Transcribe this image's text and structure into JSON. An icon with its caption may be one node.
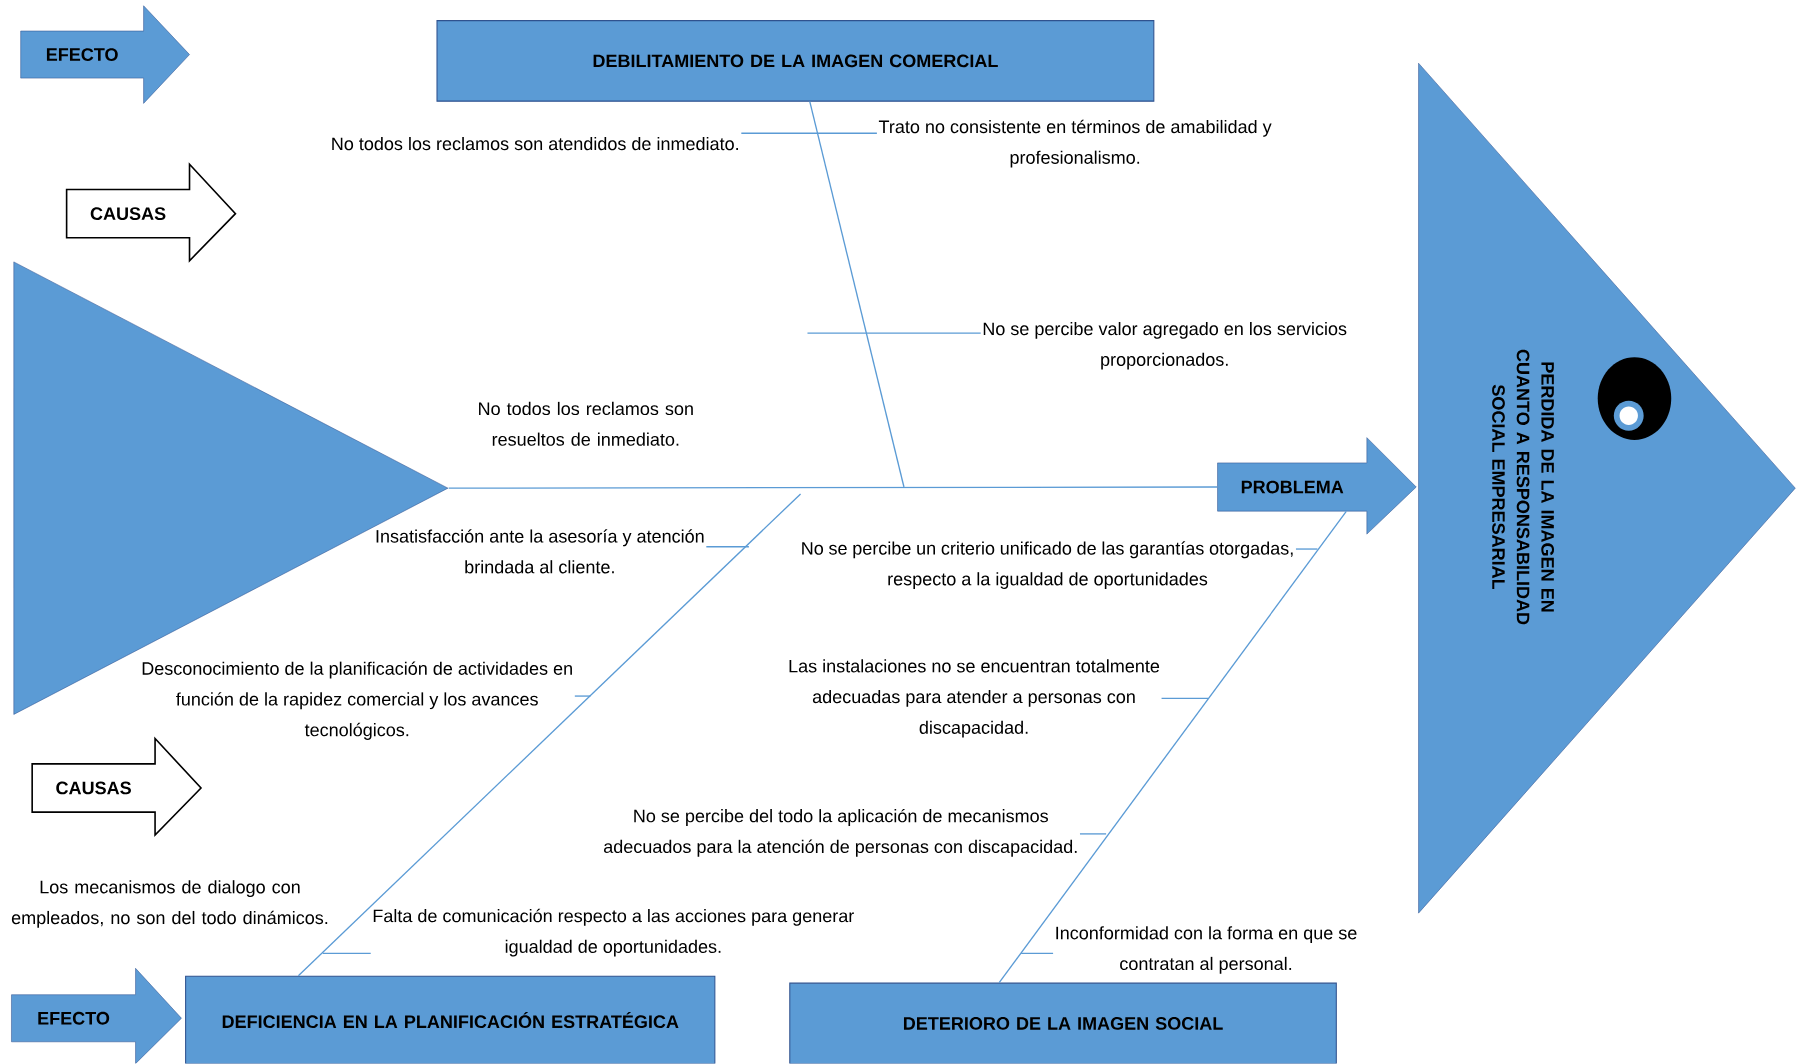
{
  "diagram": {
    "nodes": [
      {
        "text": [
          "EFECTO"
        ]
      },
      {
        "text": [
          "DEBILITAMIENTO DE LA IMAGEN COMERCIAL"
        ]
      },
      {
        "text": [
          "CAUSAS"
        ]
      },
      {
        "text": [
          "No todos los reclamos son atendidos de inmediato."
        ]
      },
      {
        "text": [
          "Trato no consistente en términos de amabilidad y profesionalismo."
        ]
      },
      {
        "text": [],
        "shape": "triangle"
      },
      {
        "text": [
          "No se percibe valor agregado en los servicios proporcionados."
        ]
      },
      {
        "text": [
          "PROBLEMA"
        ]
      },
      {
        "text": [
          "PERDIDA DE LA IMAGEN EN CUANTO A RESPONSABILIDAD SOCIAL EMPRESARIAL"
        ]
      },
      {
        "text": [
          "Insatisfacción ante la asesoría y atención brindada al cliente."
        ]
      },
      {
        "text": [
          "No se percibe un criterio unificado de las garantías otorgadas, respecto a la igualdad de oportunidades"
        ]
      },
      {
        "text": [
          "Desconocimiento de la planificación de actividades en función de la rapidez comercial y los avances tecnológicos."
        ]
      },
      {
        "text": [
          "Las instalaciones no se encuentran totalmente adecuadas para atender a personas con discapacidad."
        ]
      },
      {
        "text": [
          "CAUSAS"
        ]
      },
      {
        "text": [
          "No se percibe del todo la aplicación de mecanismos adecuados para la atención de personas con discapacidad."
        ]
      },
      {
        "text": [
          "Falta de comunicación respecto a las acciones para generar igualdad de oportunidades."
        ]
      },
      {
        "text": [
          "Inconformidad con la forma en que se contratan al personal."
        ]
      },
      {
        "text": [
          "EFECTO"
        ]
      },
      {
        "text": [
          "DEFICIENCIA EN LA PLANIFICACIÓN ESTRATÉGICA"
        ]
      },
      {
        "text": [
          "DETERIORO DE LA IMAGEN SOCIAL"
        ]
      }
    ],
    "edges": [
      {
        "from": 5,
        "to": 7,
        "arrow": "none"
      },
      {
        "from": 1,
        "to": null,
        "arrow": "none"
      },
      {
        "from": 18,
        "to": null,
        "arrow": "none"
      },
      {
        "from": 19,
        "to": 7,
        "arrow": "none"
      },
      {
        "from": 3,
        "to": null,
        "arrow": "none"
      },
      {
        "from": 4,
        "to": null,
        "arrow": "none"
      },
      {
        "from": 6,
        "to": null,
        "arrow": "none"
      },
      {
        "from": 9,
        "to": null,
        "arrow": "none"
      },
      {
        "from": 10,
        "to": null,
        "arrow": "none"
      },
      {
        "from": 11,
        "to": null,
        "arrow": "none"
      },
      {
        "from": 12,
        "to": null,
        "arrow": "none"
      },
      {
        "from": 14,
        "to": null,
        "arrow": "none"
      },
      {
        "from": 15,
        "to": null,
        "arrow": "none"
      },
      {
        "from": 16,
        "to": null,
        "arrow": "none"
      }
    ],
    "labels": [
      "No todos los reclamos son resueltos de inmediato.",
      "Los mecanismos de dialogo con empleados, no son del todo dinámicos."
    ]
  }
}
